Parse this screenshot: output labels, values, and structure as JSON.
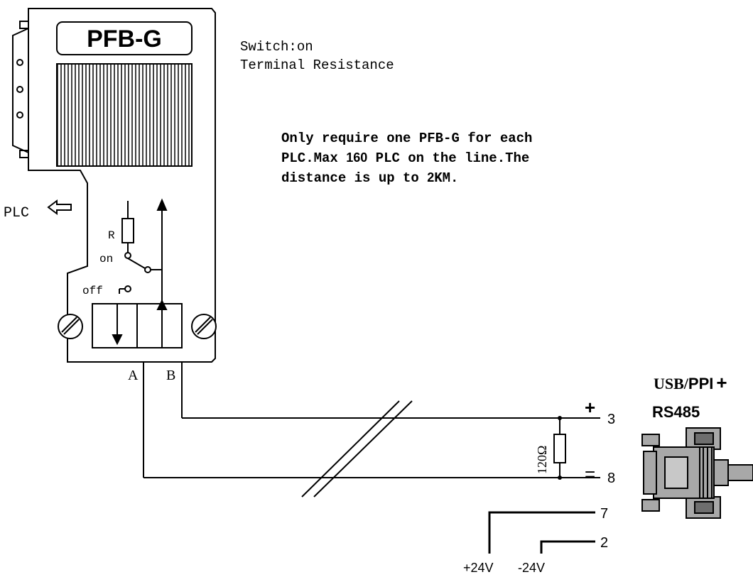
{
  "device": {
    "label": "PFB-G",
    "plc_label": "PLC",
    "terminal_a": "A",
    "terminal_b": "B"
  },
  "switch": {
    "resistor_label": "R",
    "on_label": "on",
    "off_label": "off"
  },
  "notes": {
    "switch_line1": "Switch:on",
    "switch_line2": "Terminal Resistance",
    "info_line1": "Only require one PFB-G for each",
    "info_line2_pre": "PLC.Max ",
    "info_line2_num": "160",
    "info_line2_post": " PLC on the line.The",
    "info_line3_pre": "distance is up to ",
    "info_line3_num": "2",
    "info_line3_post": "KM."
  },
  "bus": {
    "plus_sign": "+",
    "minus_sign": "=",
    "pin_plus": "3",
    "pin_minus": "8",
    "pin_7": "7",
    "pin_2": "2",
    "resistor_value": "120Ω",
    "v_plus": "+24V",
    "v_minus": "-24V"
  },
  "connector": {
    "title_line1_a": "USB/",
    "title_line1_b": "PPI",
    "title_line1_c": "+",
    "title_line2": "RS485"
  },
  "colors": {
    "line": "#000000",
    "connector_fill": "#a8a8a8",
    "connector_dark": "#6e6e6e"
  }
}
